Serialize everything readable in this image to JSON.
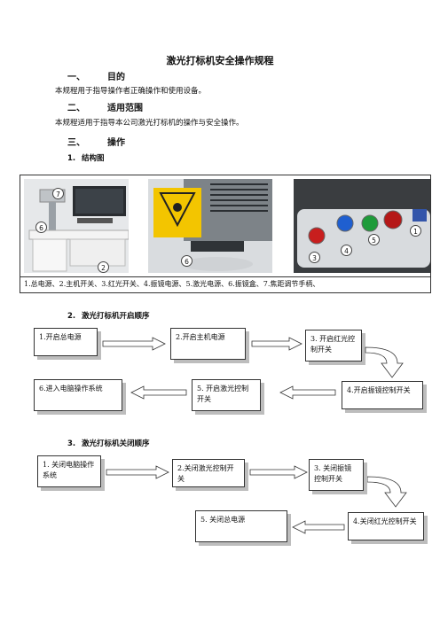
{
  "doc": {
    "title": "激光打标机安全操作规程",
    "sections": [
      {
        "num": "一、",
        "heading": "目的",
        "text": "本规程用于指导操作者正确操作和使用设备。"
      },
      {
        "num": "二、",
        "heading": "适用范围",
        "text": "本规程适用于指导本公司激光打标机的操作与安全操作。"
      },
      {
        "num": "三、",
        "heading": "操作"
      }
    ],
    "subsections": [
      {
        "num": "1.",
        "heading": "结构图"
      },
      {
        "num": "2.",
        "heading": "激光打标机开启顺序"
      },
      {
        "num": "3.",
        "heading": "激光打标机关闭顺序"
      }
    ]
  },
  "figure": {
    "caption": "1.总电源、2.主机开关、3.红光开关、4.振镜电源、5.激光电源、6.振镜盒、7.焦距调节手柄、",
    "markers": [
      "7",
      "6",
      "2",
      "6",
      "5",
      "1",
      "3",
      "4"
    ]
  },
  "startup": {
    "steps": [
      "1.开启总电源",
      "2.开启主机电源",
      "3. 开启红光控制开关",
      "4.开启振镜控制开关",
      "5.  开启激光控制开关",
      "6.进入电脑操作系统"
    ]
  },
  "shutdown": {
    "steps": [
      "1. 关闭电脑操作系统",
      "2.关闭激光控制开关",
      "3. 关闭振镜控制开关",
      "4.关闭红光控制开关",
      "5.  关闭总电源"
    ]
  }
}
